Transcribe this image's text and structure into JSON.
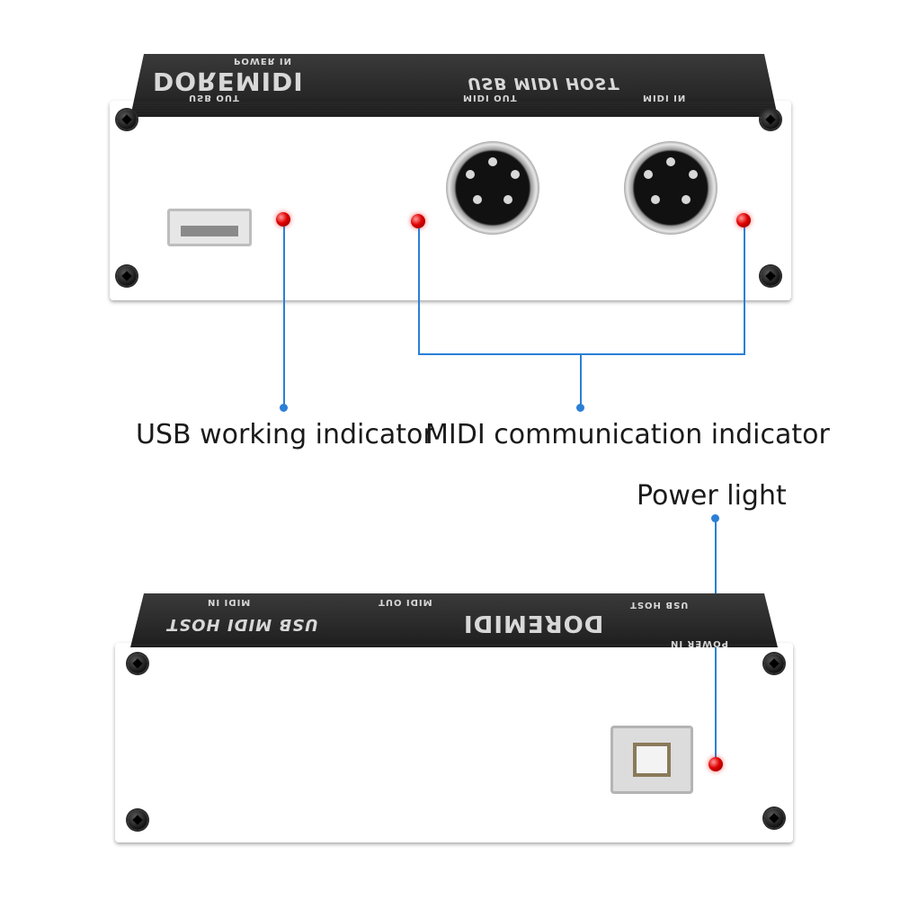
{
  "device_top": {
    "brand": "DOREMIDI",
    "model": "USB MIDI HOST",
    "port_labels": [
      "USB OUT",
      "MIDI OUT",
      "MIDI IN",
      "POWER IN"
    ]
  },
  "device_bottom": {
    "brand": "DOREMIDI",
    "model": "USB MIDI HOST",
    "port_labels": [
      "MIDI IN",
      "MIDI OUT",
      "USB HOST",
      "POWER IN"
    ]
  },
  "annotations": {
    "usb_indicator": "USB working indicator",
    "midi_indicator": "MIDI communication indicator",
    "power_light": "Power light"
  },
  "colors": {
    "accent": "#2b7fd6",
    "led": "#e00000",
    "device": "#111111"
  }
}
